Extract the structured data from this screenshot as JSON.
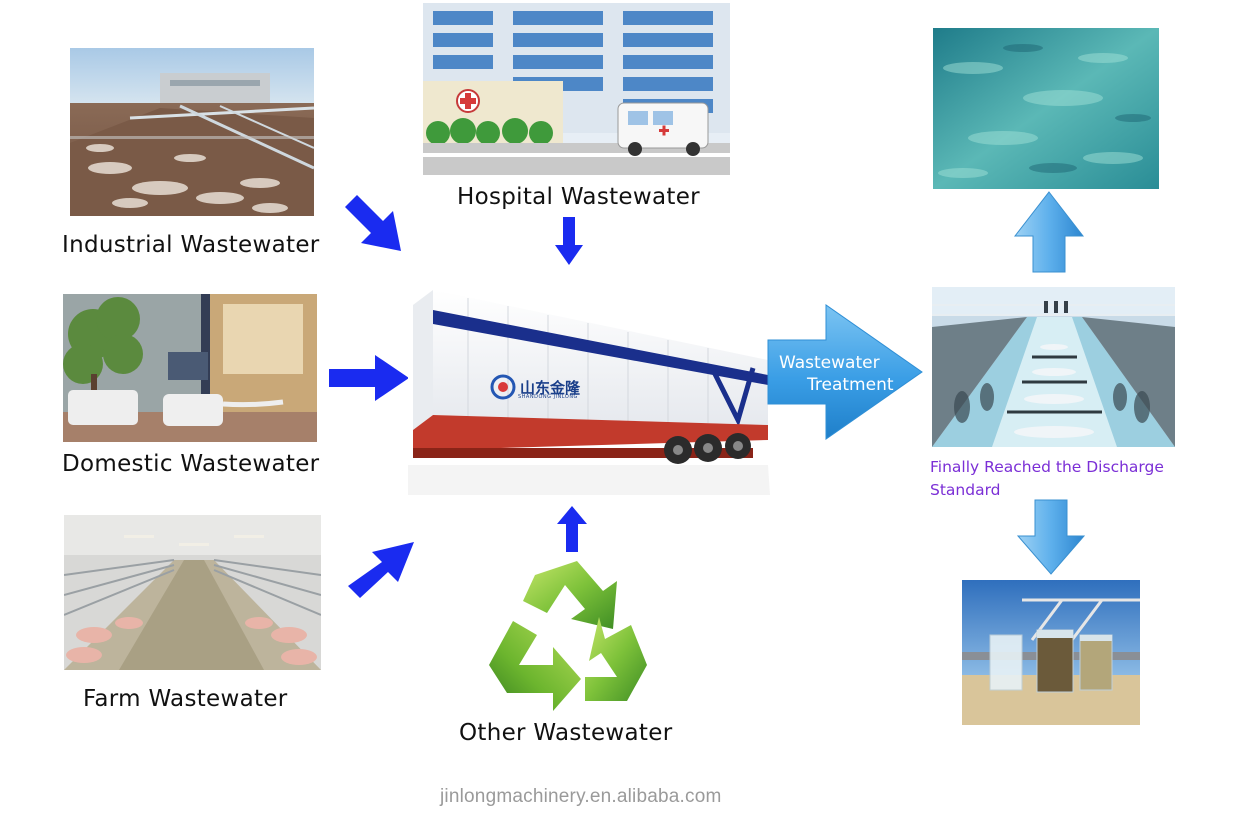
{
  "sources": {
    "industrial": "Industrial Wastewater",
    "hospital": "Hospital Wastewater",
    "domestic": "Domestic Wastewater",
    "farm": "Farm Wastewater",
    "other": "Other Wastewater"
  },
  "process": {
    "treatment_line1": "Wastewater",
    "treatment_line2": "Treatment",
    "result": "Finally Reached the Discharge Standard"
  },
  "truck": {
    "logo_cn": "山东金隆",
    "logo_en": "SHANDONG JINLONG"
  },
  "watermark": "jinlongmachinery.en.alibaba.com",
  "colors": {
    "source_arrow": "#1a2bf0",
    "flow_arrow": "#3aa0e8",
    "result_text": "#7b2fd6",
    "recycle_green": "#6cb52e"
  },
  "icons": {
    "recycle": "recycle-icon",
    "hospital_cross": "red-cross-icon"
  }
}
